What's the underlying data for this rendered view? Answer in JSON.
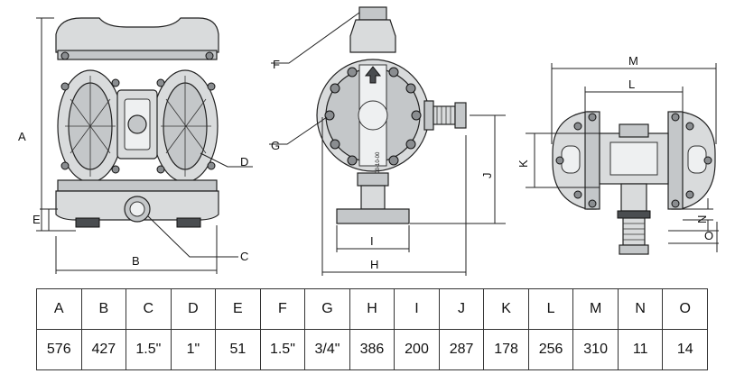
{
  "diagram": {
    "labels": {
      "A": "A",
      "B": "B",
      "C": "C",
      "D": "D",
      "E": "E",
      "F": "F",
      "G": "G",
      "H": "H",
      "I": "I",
      "J": "J",
      "K": "K",
      "L": "L",
      "M": "M",
      "N": "N",
      "O": "O"
    },
    "side_text": "200-10-00"
  },
  "table": {
    "headers": [
      "A",
      "B",
      "C",
      "D",
      "E",
      "F",
      "G",
      "H",
      "I",
      "J",
      "K",
      "L",
      "M",
      "N",
      "O"
    ],
    "values": [
      "576",
      "427",
      "1.5\"",
      "1\"",
      "51",
      "1.5\"",
      "3/4\"",
      "386",
      "200",
      "287",
      "178",
      "256",
      "310",
      "11",
      "14"
    ]
  }
}
